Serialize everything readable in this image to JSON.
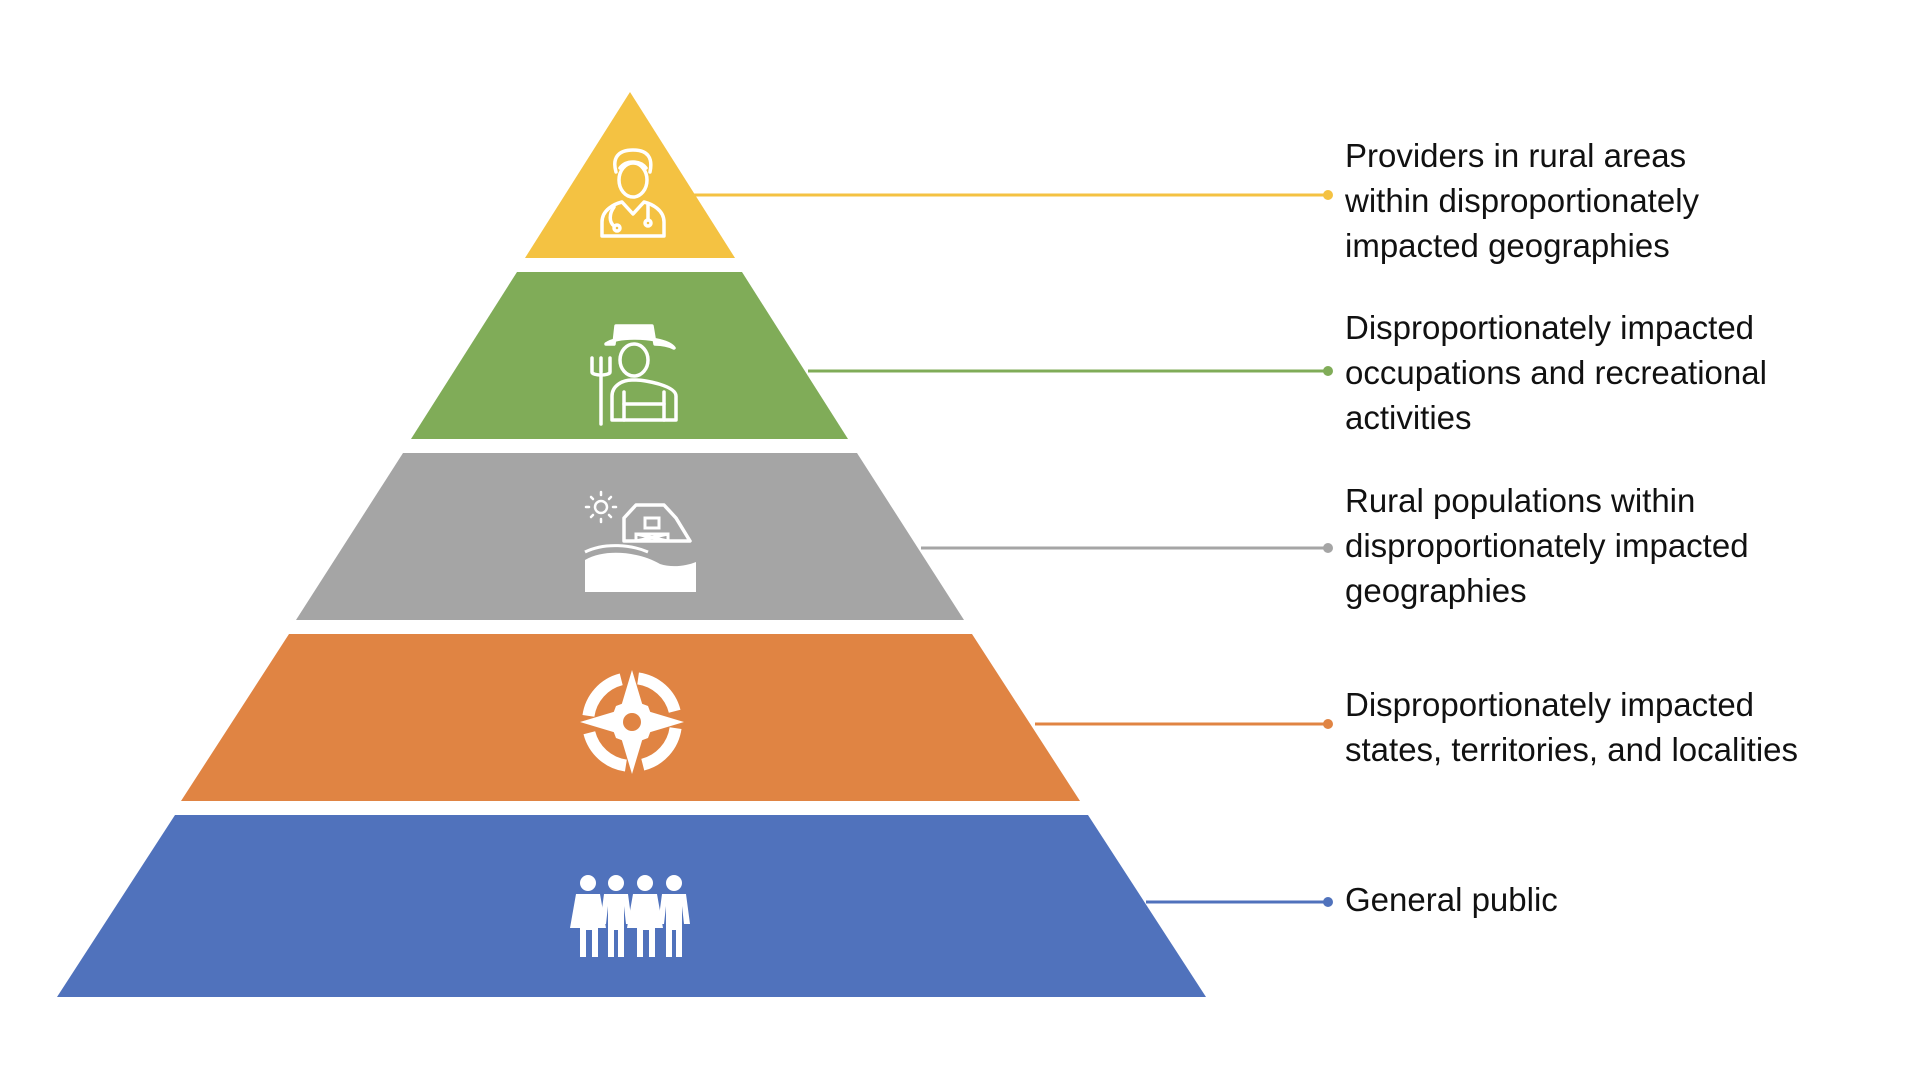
{
  "pyramid": {
    "tiers": [
      {
        "label": "Providers in rural areas\nwithin disproportionately\nimpacted geographies",
        "color": "#F4C242",
        "icon": "healthcare-provider-icon"
      },
      {
        "label": "Disproportionately impacted\noccupations and recreational\nactivities",
        "color": "#80AC58",
        "icon": "farmer-icon"
      },
      {
        "label": "Rural populations within\ndisproportionately impacted\ngeographies",
        "color": "#A5A5A5",
        "icon": "barn-icon"
      },
      {
        "label": "Disproportionately impacted\nstates, territories, and localities",
        "color": "#E08443",
        "icon": "compass-icon"
      },
      {
        "label": "General public",
        "color": "#5072BC",
        "icon": "people-group-icon"
      }
    ]
  }
}
